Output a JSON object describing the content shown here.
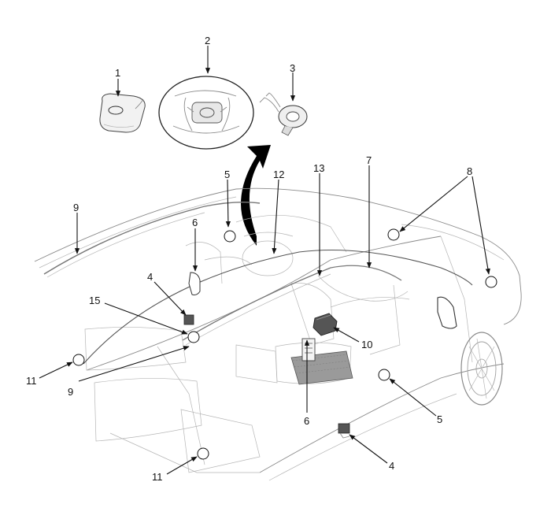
{
  "callouts": [
    {
      "id": "c1",
      "label": "1"
    },
    {
      "id": "c2",
      "label": "2"
    },
    {
      "id": "c3",
      "label": "3"
    },
    {
      "id": "c4a",
      "label": "4"
    },
    {
      "id": "c4b",
      "label": "4"
    },
    {
      "id": "c5a",
      "label": "5"
    },
    {
      "id": "c5b",
      "label": "5"
    },
    {
      "id": "c6a",
      "label": "6"
    },
    {
      "id": "c6b",
      "label": "6"
    },
    {
      "id": "c7",
      "label": "7"
    },
    {
      "id": "c8",
      "label": "8"
    },
    {
      "id": "c9a",
      "label": "9"
    },
    {
      "id": "c9b",
      "label": "9"
    },
    {
      "id": "c10",
      "label": "10"
    },
    {
      "id": "c11a",
      "label": "11"
    },
    {
      "id": "c11b",
      "label": "11"
    },
    {
      "id": "c12",
      "label": "12"
    },
    {
      "id": "c13",
      "label": "13"
    },
    {
      "id": "c15",
      "label": "15"
    }
  ],
  "colors": {
    "line": "#111111",
    "car_outline": "#8a8a8a",
    "car_detail": "#b5b5b5",
    "module_fill": "#555555",
    "seat_sensor_fill": "#9a9a9a"
  },
  "icons": [
    "driver-airbag-icon",
    "steering-wheel-icon",
    "clock-spring-icon",
    "curved-arrow-icon"
  ]
}
